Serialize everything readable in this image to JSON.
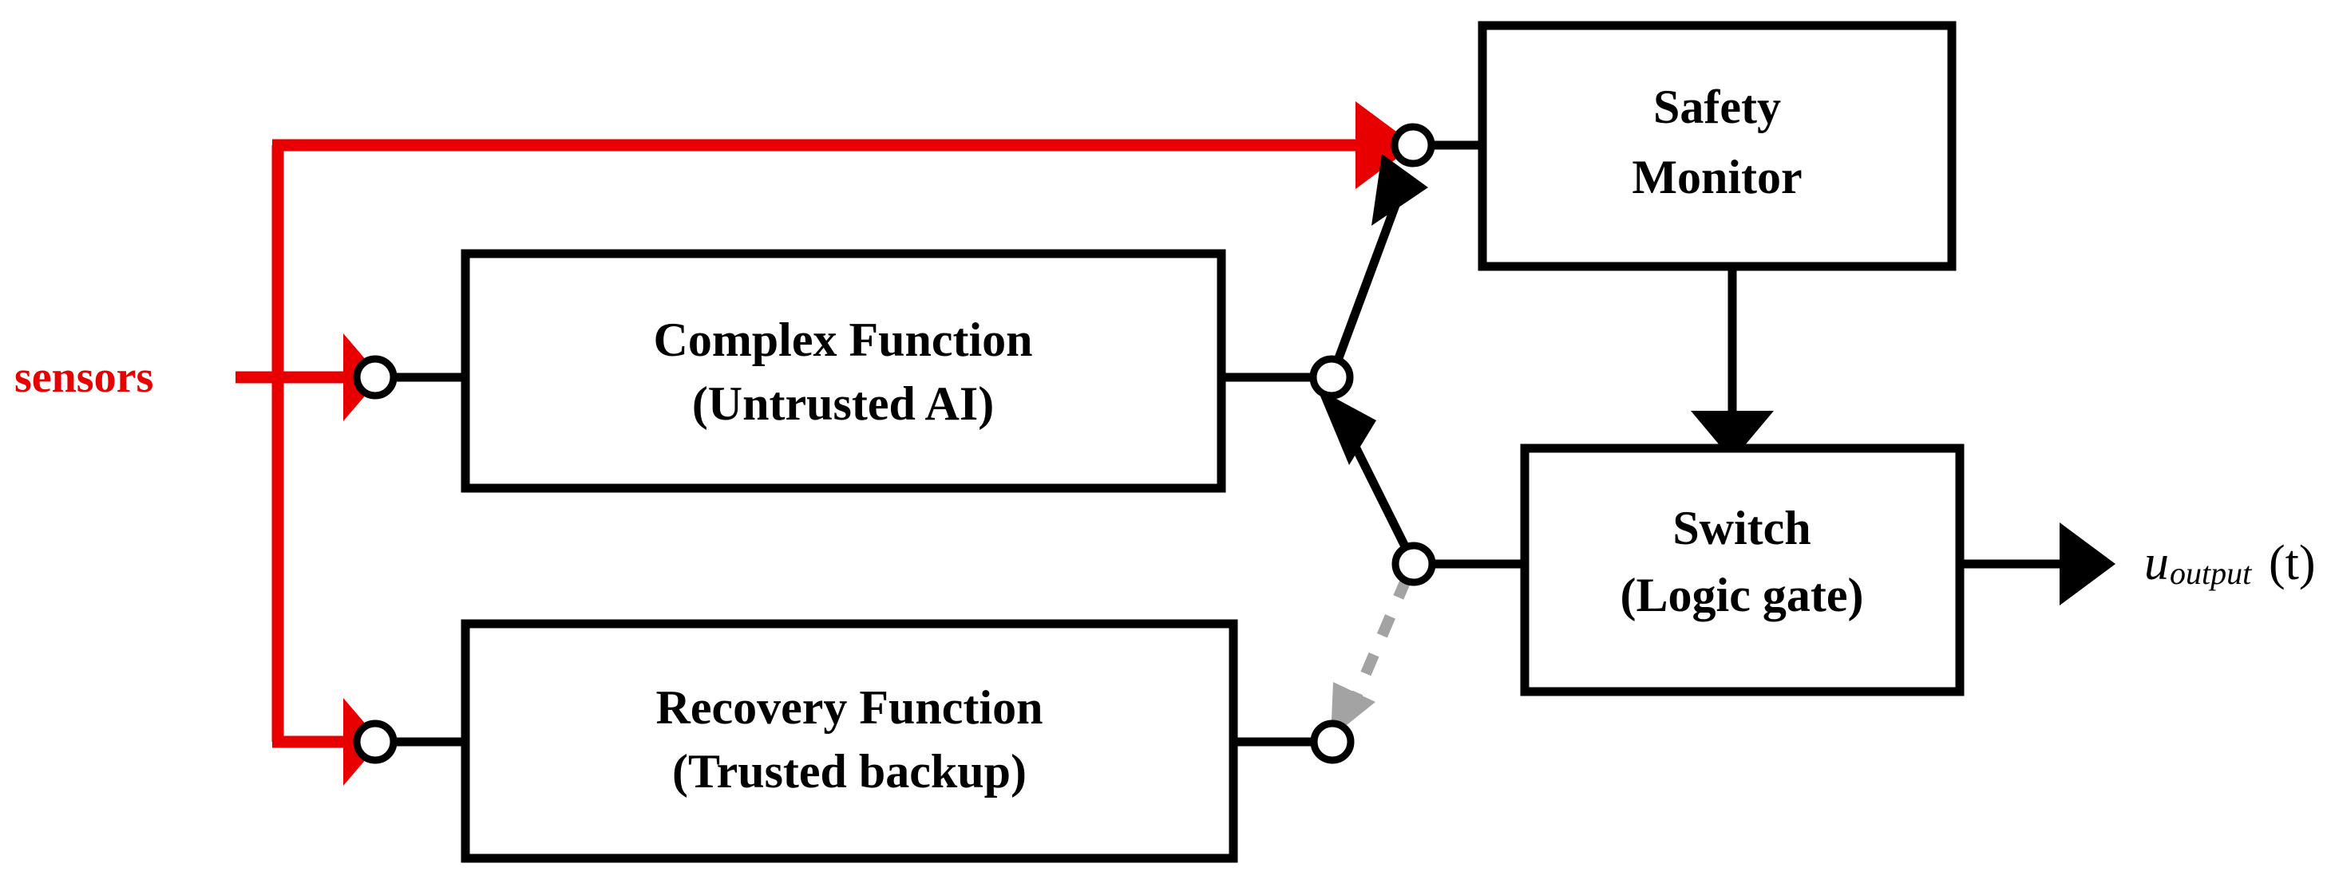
{
  "diagram": {
    "title": "Safety monitor and recovery switch block diagram",
    "colors": {
      "signal_red": "#E80000",
      "wire_black": "#000000",
      "dashed_gray": "#A3A3A3",
      "block_fill": "#FFFFFF",
      "background": "#FFFFFF"
    },
    "blocks": [
      {
        "id": "complex-function",
        "line1": "Complex Function",
        "line2": "(Untrusted AI)"
      },
      {
        "id": "recovery-function",
        "line1": "Recovery Function",
        "line2": "(Trusted backup)"
      },
      {
        "id": "safety-monitor",
        "line1": "Safety",
        "line2": "Monitor"
      },
      {
        "id": "switch",
        "line1": "Switch",
        "line2": "(Logic gate)"
      }
    ],
    "labels": {
      "input_signal": "sensors",
      "output_base": "u",
      "output_subscript": "output",
      "output_arg": "(t)"
    },
    "connections": [
      {
        "id": "sensors-to-complex",
        "from": "sensors",
        "to": "complex-function",
        "style": "solid",
        "color": "#E80000"
      },
      {
        "id": "sensors-to-recovery",
        "from": "sensors",
        "to": "recovery-function",
        "style": "solid",
        "color": "#E80000"
      },
      {
        "id": "sensors-to-safety-monitor",
        "from": "sensors",
        "to": "safety-monitor",
        "style": "solid",
        "color": "#E80000"
      },
      {
        "id": "complex-to-junction",
        "from": "complex-function",
        "to": "mux-junction",
        "style": "solid",
        "color": "#000000"
      },
      {
        "id": "junction-to-safety-monitor",
        "from": "mux-junction",
        "to": "safety-monitor",
        "style": "solid",
        "color": "#000000"
      },
      {
        "id": "switch-junction-to-mux",
        "from": "switch-junction",
        "to": "mux-junction",
        "style": "solid",
        "color": "#000000"
      },
      {
        "id": "switch-junction-to-recovery",
        "from": "switch-junction",
        "to": "recovery-output",
        "style": "dashed",
        "color": "#A3A3A3"
      },
      {
        "id": "safety-monitor-to-switch",
        "from": "safety-monitor",
        "to": "switch",
        "style": "solid",
        "color": "#000000"
      },
      {
        "id": "switch-junction-to-switch",
        "from": "switch-junction",
        "to": "switch",
        "style": "solid",
        "color": "#000000"
      },
      {
        "id": "switch-to-output",
        "from": "switch",
        "to": "u_output(t)",
        "style": "solid",
        "color": "#000000"
      }
    ],
    "nodes": [
      {
        "id": "complex-input-node"
      },
      {
        "id": "recovery-input-node"
      },
      {
        "id": "safety-monitor-input-node"
      },
      {
        "id": "mux-junction"
      },
      {
        "id": "switch-junction"
      },
      {
        "id": "recovery-output-node"
      }
    ]
  }
}
